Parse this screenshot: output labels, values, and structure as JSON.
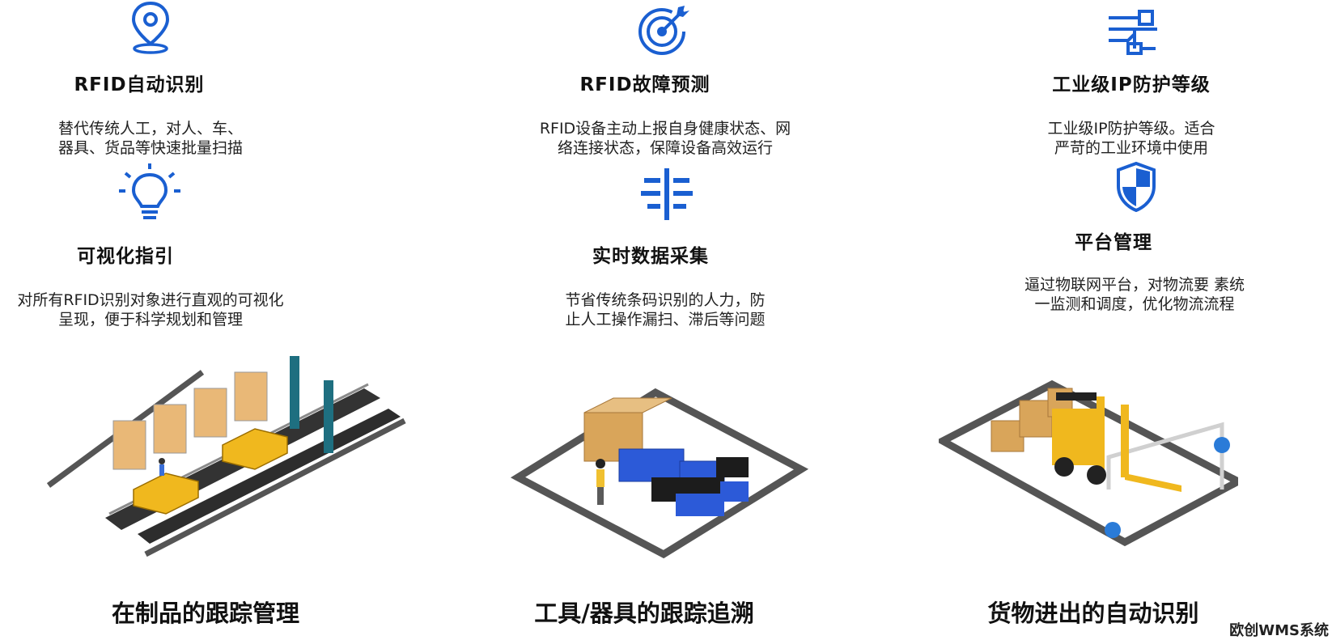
{
  "colors": {
    "icon_blue": "#1a5fd1",
    "yellow": "#f0b81e",
    "box": "#d9a55a",
    "crate_blue": "#2c5ad8"
  },
  "features": [
    {
      "icon": "location-pin-icon",
      "title": "RFID自动识别",
      "desc": [
        "替代传统人工，对人、车、",
        "器具、货品等快速批量扫描"
      ]
    },
    {
      "icon": "target-icon",
      "title": "RFID故障预测",
      "desc": [
        "RFID设备主动上报自身健康状态、网",
        "络连接状态，保障设备高效运行"
      ]
    },
    {
      "icon": "circuit-icon",
      "title": "工业级IP防护等级",
      "desc": [
        "工业级IP防护等级。适合",
        "严苛的工业环境中使用"
      ]
    },
    {
      "icon": "lightbulb-icon",
      "title": "可视化指引",
      "desc": [
        "对所有RFID识别对象进行直观的可视化",
        "呈现，便于科学规划和管理"
      ]
    },
    {
      "icon": "data-collection-icon",
      "title": "实时数据采集",
      "desc": [
        "节省传统条码识别的人力，防",
        "止人工操作漏扫、滞后等问题"
      ]
    },
    {
      "icon": "shield-icon",
      "title": "平台管理",
      "desc": [
        "逼过物联网平台，对物流要  素统",
        "一监测和调度，优化物流流程"
      ]
    }
  ],
  "scenes": [
    {
      "title": "在制品的跟踪管理"
    },
    {
      "title": "工具/器具的跟踪追溯"
    },
    {
      "title": "货物进出的自动识别"
    }
  ],
  "watermark": "欧创WMS系统"
}
